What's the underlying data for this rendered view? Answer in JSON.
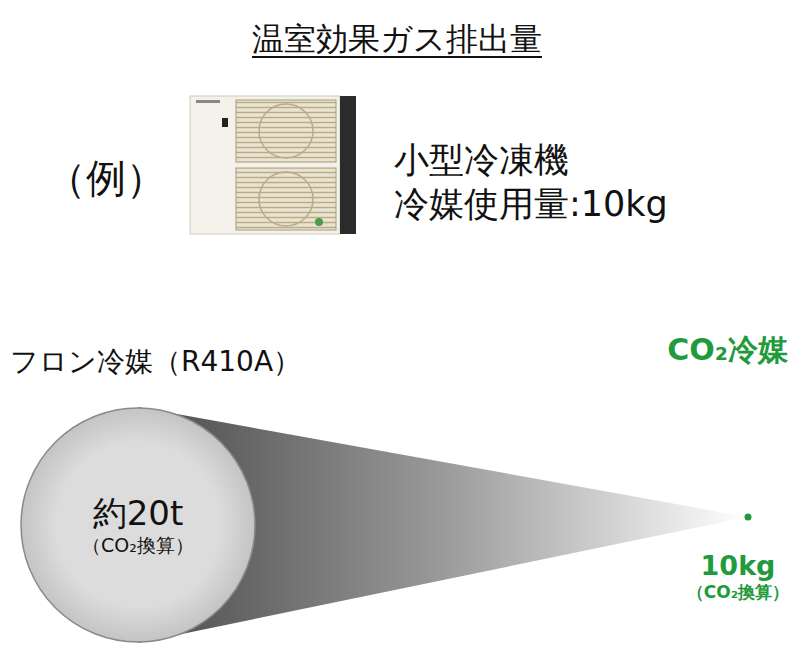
{
  "diagram": {
    "title": "温室効果ガス排出量",
    "nodes": [
      {
        "text": [
          "約20t",
          "（CO₂換算）"
        ]
      },
      {
        "text": [
          "10kg",
          "（CO₂換算）"
        ]
      }
    ],
    "labels": [
      "（例）",
      "小型冷凍機",
      "冷媒使用量:10kg",
      "フロン冷媒（R410A）",
      "CO₂冷媒"
    ]
  }
}
